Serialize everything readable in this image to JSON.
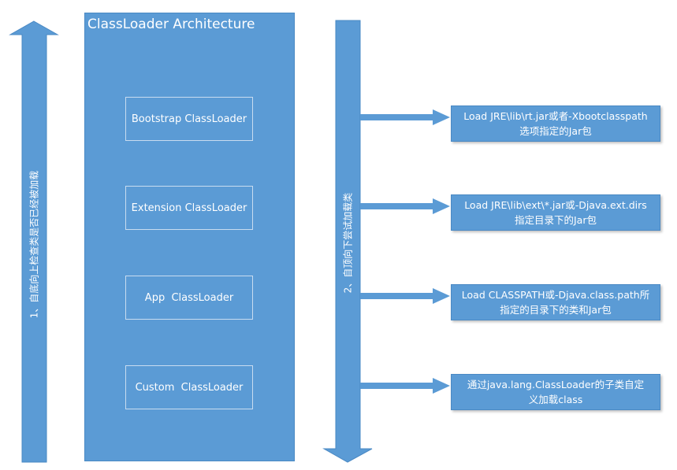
{
  "main_box": {
    "title": "ClassLoader Architecture"
  },
  "loaders": [
    {
      "label": "Bootstrap ClassLoader"
    },
    {
      "label": "Extension ClassLoader"
    },
    {
      "label": "App  ClassLoader"
    },
    {
      "label": "Custom  ClassLoader"
    }
  ],
  "arrows": {
    "left_label": "1、自底向上检查类是否已经被加载",
    "middle_label": "2、自顶向下尝试加载类"
  },
  "results": [
    {
      "line1": "Load JRE\\lib\\rt.jar或者-Xbootclasspath",
      "line2": "选项指定的Jar包"
    },
    {
      "line1": "Load JRE\\lib\\ext\\*.jar或-Djava.ext.dirs",
      "line2": "指定目录下的Jar包"
    },
    {
      "line1": "Load CLASSPATH或-Djava.class.path所",
      "line2": "指定的目录下的类和Jar包"
    },
    {
      "line1": "通过java.lang.ClassLoader的子类自定",
      "line2": "义加载class"
    }
  ],
  "colors": {
    "fill": "#5b9bd5",
    "text": "#ffffff"
  }
}
